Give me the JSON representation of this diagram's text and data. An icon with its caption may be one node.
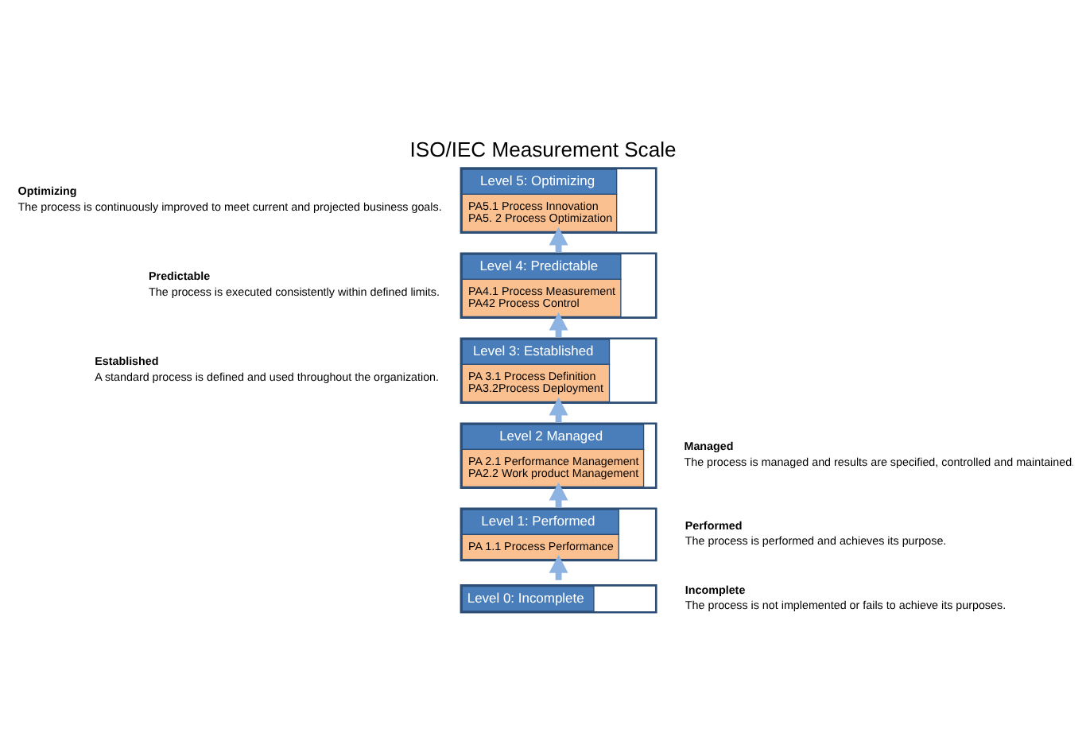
{
  "diagram": {
    "title": "ISO/IEC Measurement Scale",
    "nodes": [
      {
        "text": [
          "Level 5: Optimizing",
          "PA5.1 Process Innovation",
          "PA5. 2 Process Optimization"
        ]
      },
      {
        "text": [
          "Level 4: Predictable",
          "PA4.1 Process Measurement",
          "PA42 Process Control"
        ]
      },
      {
        "text": [
          "Level 3: Established",
          "PA 3.1 Process Definition",
          "PA3.2Process Deployment"
        ]
      },
      {
        "text": [
          "Level 2 Managed",
          "PA 2.1 Performance Management",
          "PA2.2 Work product Management"
        ]
      },
      {
        "text": [
          "Level 1: Performed",
          "PA 1.1 Process Performance"
        ]
      },
      {
        "text": [
          "Level 0: Incomplete"
        ]
      }
    ],
    "edges": [
      {
        "from": 5,
        "to": 4,
        "arrow": "to"
      },
      {
        "from": 4,
        "to": 3,
        "arrow": "to"
      },
      {
        "from": 3,
        "to": 2,
        "arrow": "to"
      },
      {
        "from": 2,
        "to": 1,
        "arrow": "to"
      },
      {
        "from": 1,
        "to": 0,
        "arrow": "to"
      }
    ],
    "labels": [
      "Optimizing",
      "The process is continuously improved to meet current and projected business goals.",
      "Predictable",
      "The process is executed consistently within defined limits.",
      "Established",
      "A standard process is defined and used throughout the organization.",
      "Managed",
      "The process is managed and results are specified, controlled and maintained.",
      "Performed",
      "The process is performed and achieves its purpose.",
      "Incomplete",
      "The process is not implemented or fails to achieve its purposes."
    ]
  }
}
